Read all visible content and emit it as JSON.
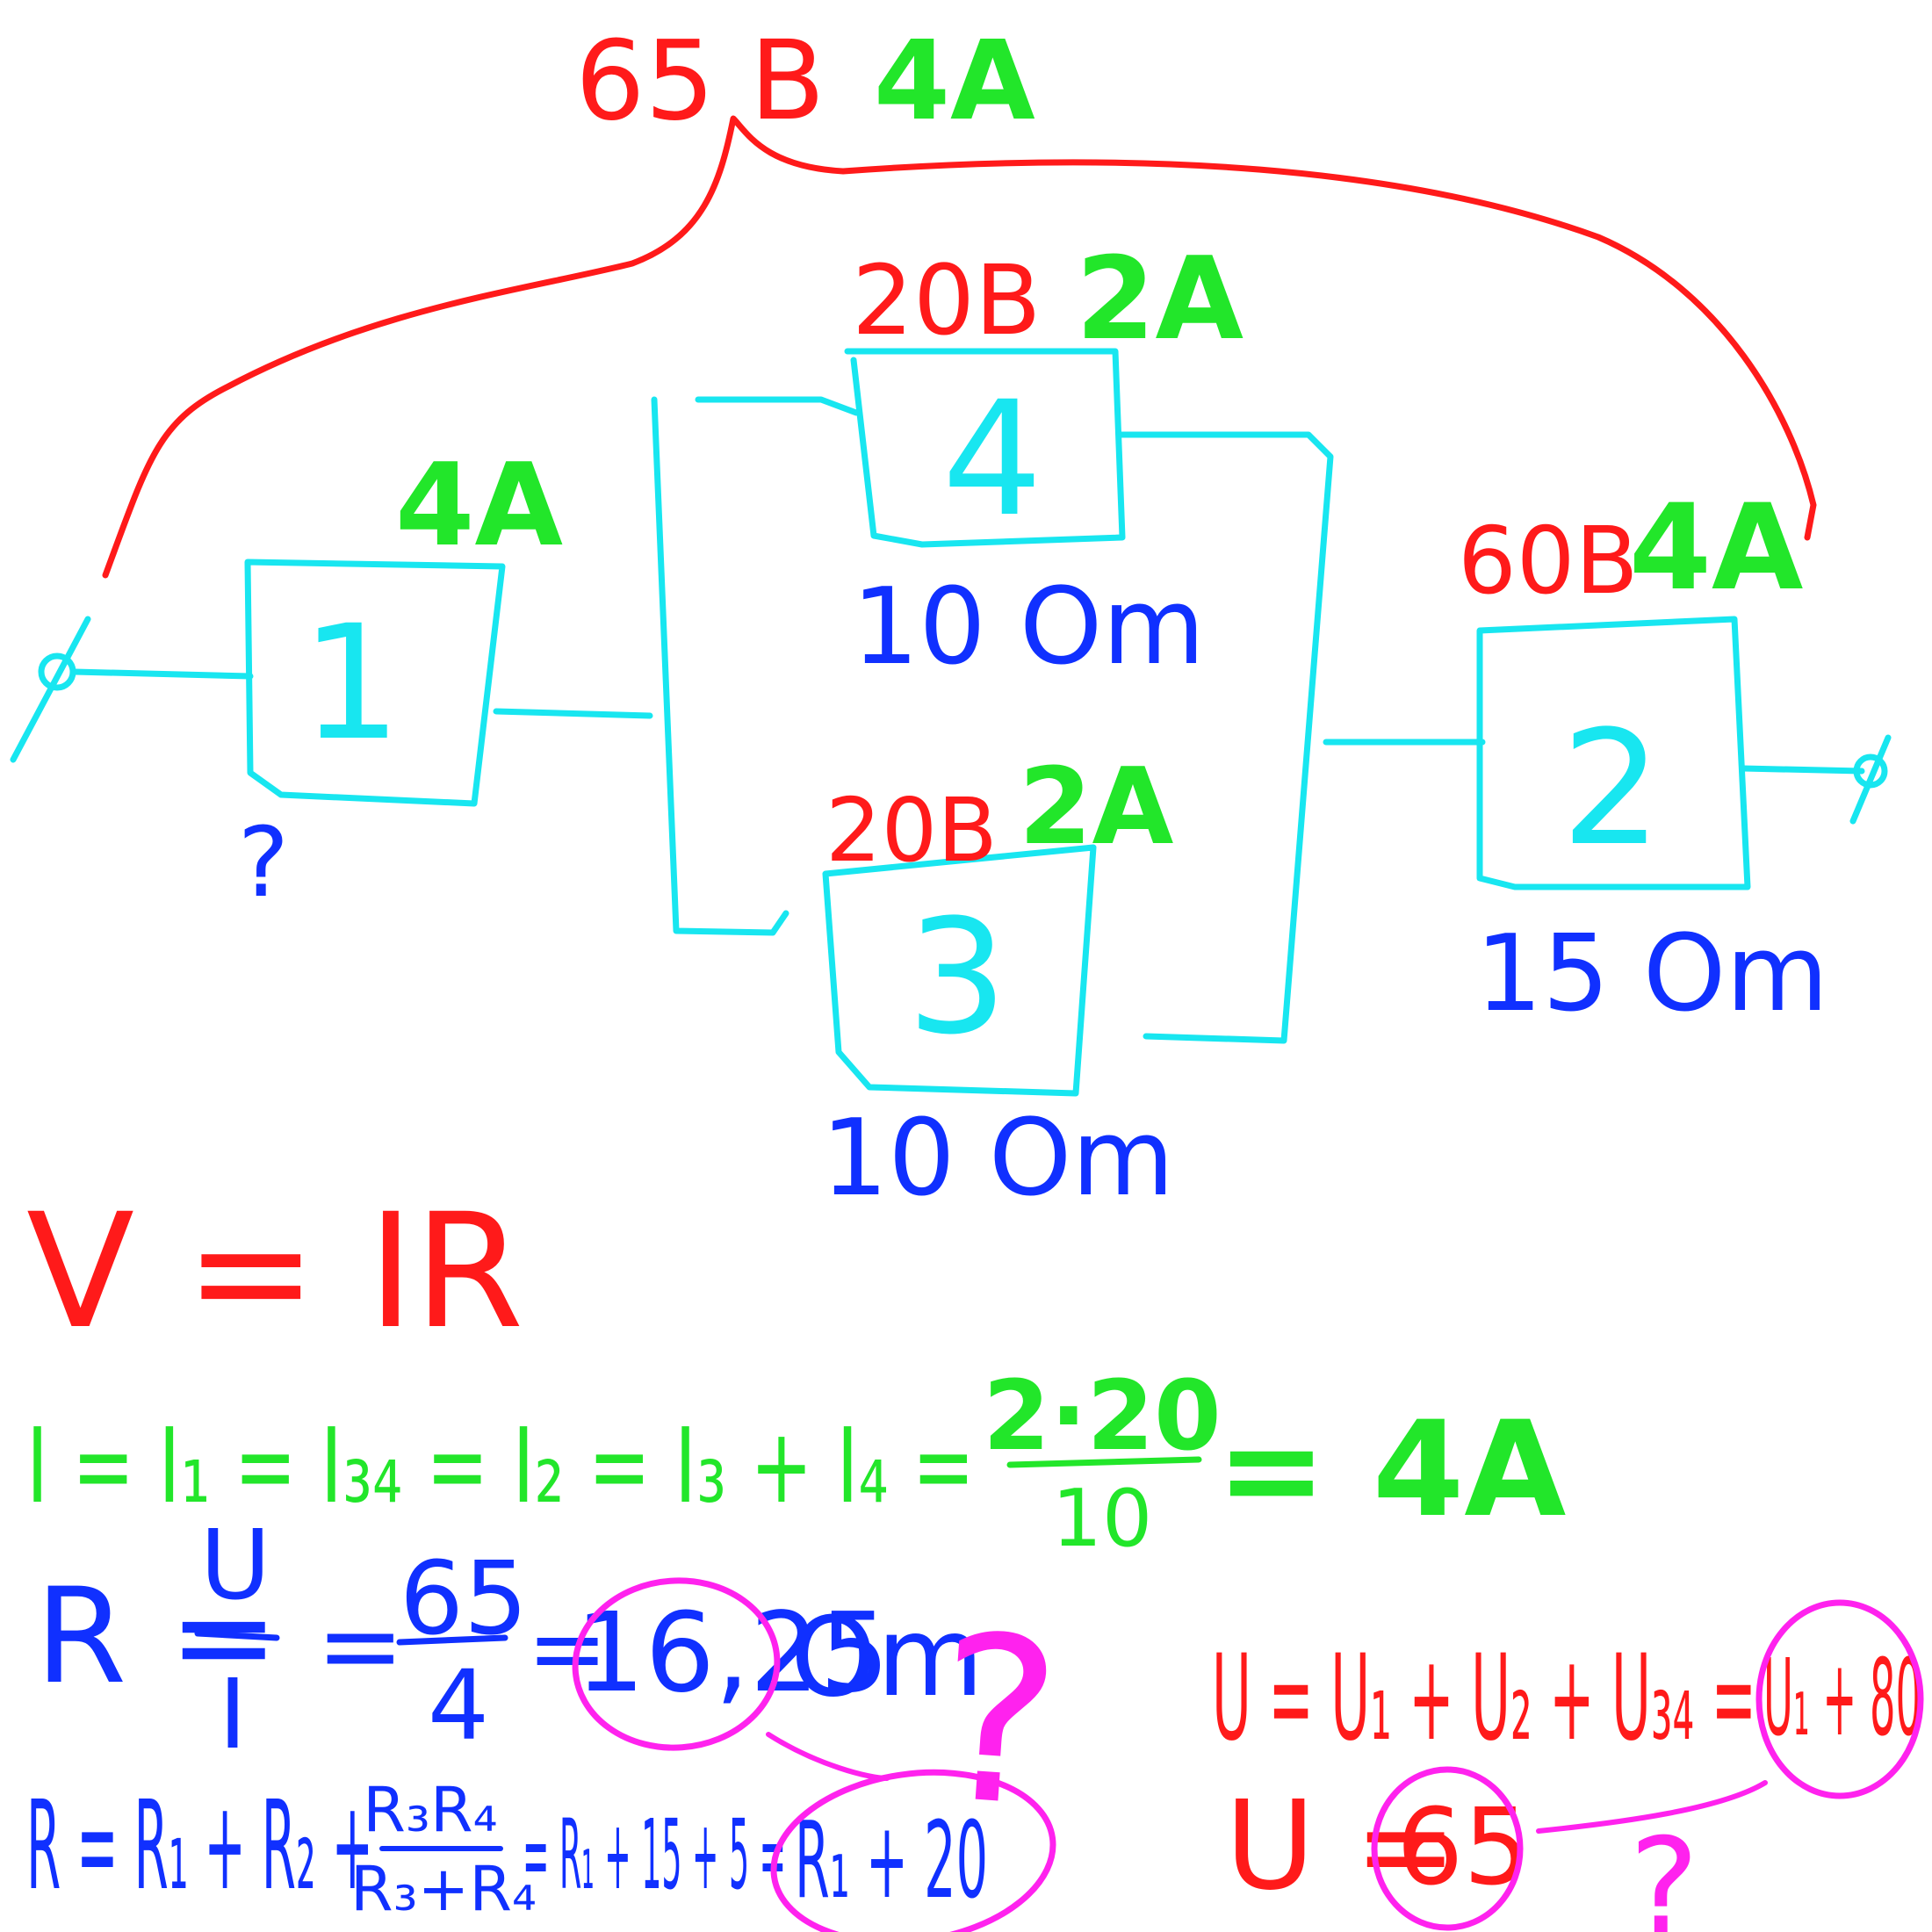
{
  "colors": {
    "wire": "#18e6f0",
    "voltage": "#ff1a1a",
    "current": "#22e62a",
    "resistance": "#1030ff",
    "highlight": "#ff22ee"
  },
  "circuit": {
    "total_label": {
      "voltage": "65 B",
      "current": "4A"
    },
    "resistors": {
      "r1": {
        "number": "1",
        "current": "4A",
        "resistance": "?"
      },
      "r2": {
        "number": "2",
        "voltage": "60B",
        "current": "4A",
        "resistance": "15 Om"
      },
      "r3": {
        "number": "3",
        "voltage": "20B",
        "current": "2A",
        "resistance": "10 Om"
      },
      "r4": {
        "number": "4",
        "voltage": "20B",
        "current": "2A",
        "resistance": "10 Om"
      }
    }
  },
  "formulas": {
    "ohm": "V = IR",
    "currents": "I = I₁ = I₃₄ = I₂ = I₃ + I₄ =",
    "currents_fraction": {
      "numerator": "2·20",
      "denominator": "10"
    },
    "currents_result": "= 4A",
    "r_total_lhs": "R =",
    "r_total_fraction": {
      "numerator": "U",
      "denominator": "I"
    },
    "r_total_eq": "=",
    "r_total_value_fraction": {
      "numerator": "65",
      "denominator": "4"
    },
    "r_total_eq2": "=",
    "r_total_result": "16,25",
    "r_total_unit": "Om",
    "question_mark": "?",
    "r_sum_lhs": "R = R₁ + R₂ +",
    "r_sum_fraction": {
      "numerator": "R₃R₄",
      "denominator": "R₃+R₄"
    },
    "r_sum_rhs": "= R₁ + 15 + 5 =",
    "r_sum_result": "R₁ + 20",
    "v_sum_lhs": "U = U₁ + U₂ + U₃₄ =",
    "v_sum_result": "U₁ + 80",
    "v_total_lhs": "U =",
    "v_total_result": "65",
    "v_question_mark": "?"
  }
}
